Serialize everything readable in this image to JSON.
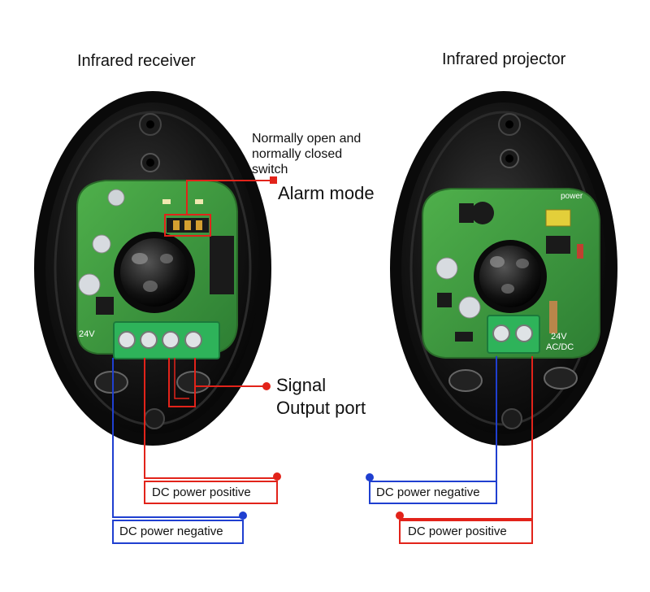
{
  "receiver": {
    "title": "Infrared receiver",
    "switch_label": [
      "Normally open and",
      "normally closed",
      "switch"
    ],
    "alarm_label": "Alarm mode",
    "signal_label": [
      "Signal",
      "Output port"
    ],
    "dc_positive": "DC power positive",
    "dc_negative": "DC power negative",
    "board_voltage": "24V"
  },
  "projector": {
    "title": "Infrared projector",
    "dc_negative": "DC power negative",
    "dc_positive": "DC power positive",
    "board_voltage": "24V",
    "board_mode": "AC/DC",
    "board_power": "power"
  },
  "colors": {
    "red": "#e2231a",
    "blue": "#1f3fd0",
    "housing": "#0d0d0d",
    "pcb": "#3f9a3f",
    "terminal": "#2eb35a"
  }
}
